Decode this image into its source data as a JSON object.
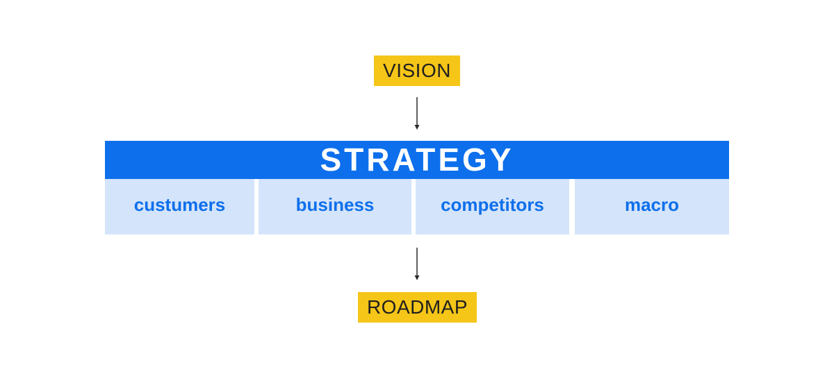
{
  "diagram": {
    "top_tag": "VISION",
    "header": "STRATEGY",
    "pillars": [
      {
        "label": "custumers"
      },
      {
        "label": "business"
      },
      {
        "label": "competitors"
      },
      {
        "label": "macro"
      }
    ],
    "bottom_tag": "ROADMAP"
  },
  "colors": {
    "tag_background": "#f5c518",
    "header_background": "#0d6fec",
    "pillar_background": "#d4e4fa",
    "pillar_text": "#0d6fec",
    "arrow": "#2b2b2b"
  }
}
